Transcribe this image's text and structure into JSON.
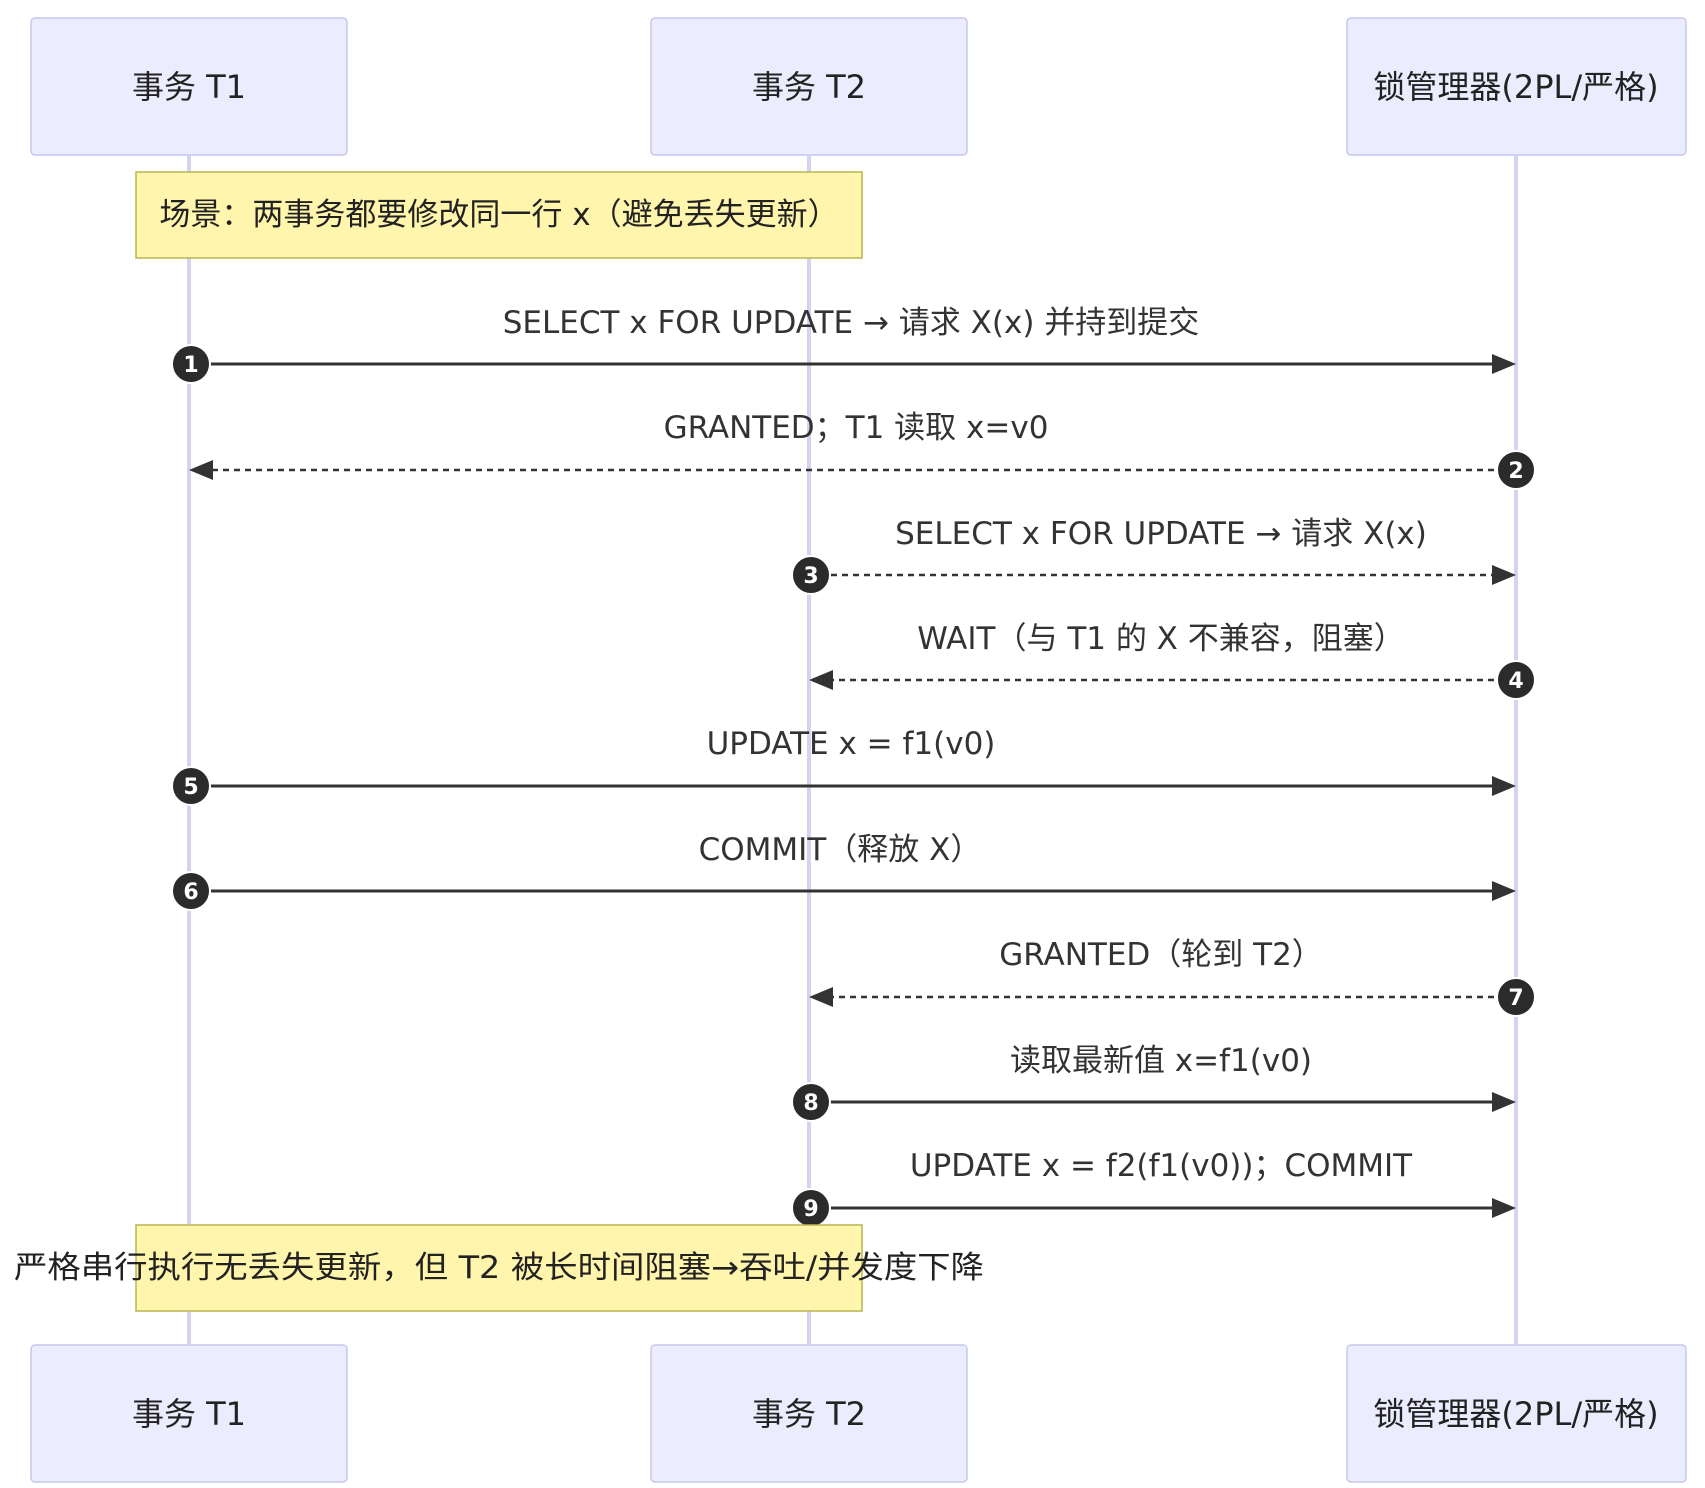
{
  "actors": [
    {
      "id": "t1",
      "label": "事务 T1"
    },
    {
      "id": "t2",
      "label": "事务 T2"
    },
    {
      "id": "lm",
      "label": "锁管理器(2PL/严格)"
    }
  ],
  "notes": [
    {
      "text": "场景：两事务都要修改同一行 x（避免丢失更新）"
    },
    {
      "text": "严格串行执行无丢失更新，但 T2 被长时间阻塞→吞吐/并发度下降"
    }
  ],
  "messages": [
    {
      "num": "1",
      "from": "t1",
      "to": "lm",
      "style": "solid",
      "text": "SELECT x FOR UPDATE → 请求 X(x) 并持到提交"
    },
    {
      "num": "2",
      "from": "lm",
      "to": "t1",
      "style": "dashed",
      "text": "GRANTED；T1 读取 x=v0"
    },
    {
      "num": "3",
      "from": "t2",
      "to": "lm",
      "style": "dashed",
      "text": "SELECT x FOR UPDATE → 请求 X(x)"
    },
    {
      "num": "4",
      "from": "lm",
      "to": "t2",
      "style": "dashed",
      "text": "WAIT（与 T1 的 X 不兼容，阻塞）"
    },
    {
      "num": "5",
      "from": "t1",
      "to": "lm",
      "style": "solid",
      "text": "UPDATE x = f1(v0)"
    },
    {
      "num": "6",
      "from": "t1",
      "to": "lm",
      "style": "solid",
      "text": "COMMIT（释放 X）"
    },
    {
      "num": "7",
      "from": "lm",
      "to": "t2",
      "style": "dashed",
      "text": "GRANTED（轮到 T2）"
    },
    {
      "num": "8",
      "from": "t2",
      "to": "lm",
      "style": "solid",
      "text": "读取最新值 x=f1(v0)"
    },
    {
      "num": "9",
      "from": "t2",
      "to": "lm",
      "style": "solid",
      "text": "UPDATE x = f2(f1(v0))；COMMIT"
    }
  ]
}
